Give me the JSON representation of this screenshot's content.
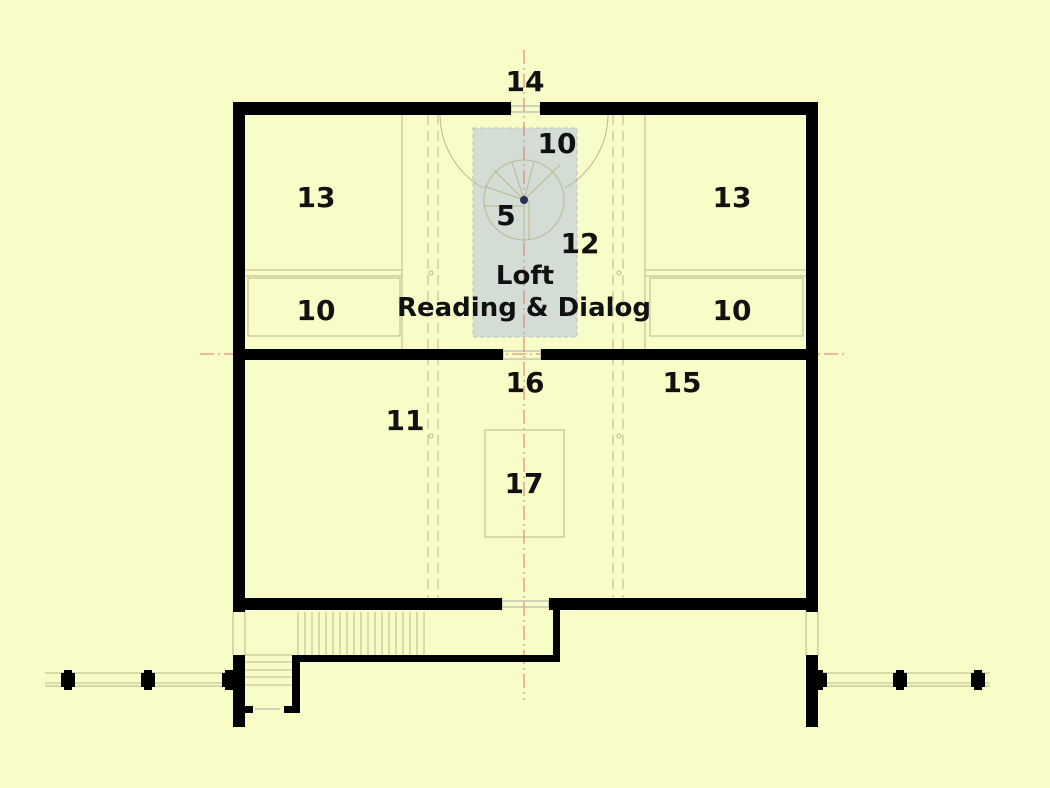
{
  "plan": {
    "title_line1": "Loft",
    "title_line2": "Reading & Dialog",
    "labels": {
      "n14": "14",
      "n10_stair": "10",
      "n5": "5",
      "n12": "12",
      "n13_left": "13",
      "n13_right": "13",
      "n10_left": "10",
      "n10_right": "10",
      "n16": "16",
      "n15": "15",
      "n11": "11",
      "n17": "17"
    },
    "colors": {
      "background": "#f8fcc6",
      "wall": "#000000",
      "loft_area": "#d3ddd6",
      "centerline": "#d9776a",
      "thin_line": "#b9b98f"
    }
  }
}
